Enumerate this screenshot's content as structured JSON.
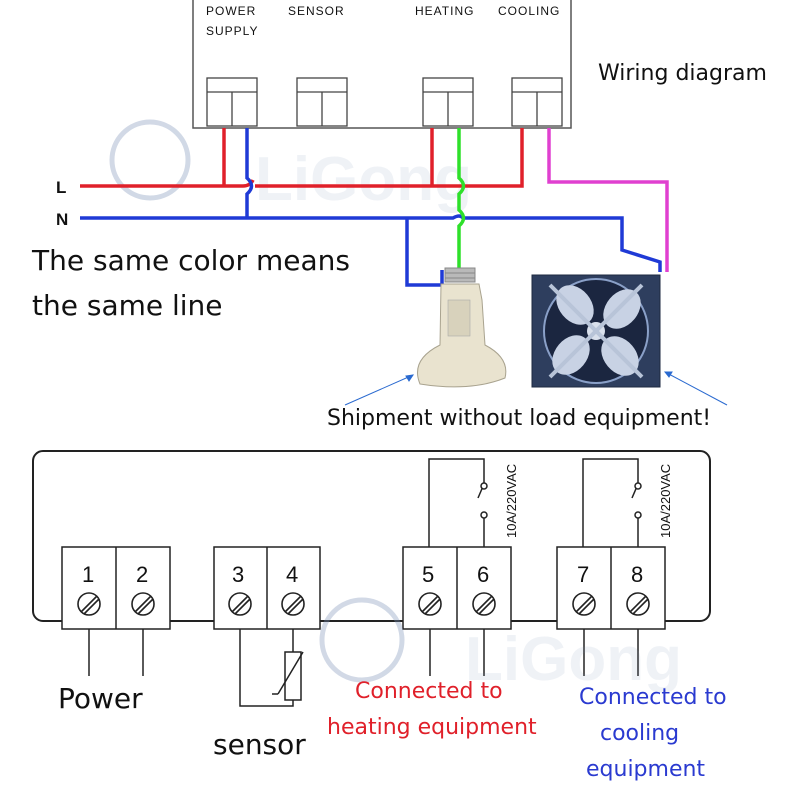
{
  "top": {
    "terminal_labels": {
      "power_supply_1": "POWER",
      "power_supply_2": "SUPPLY",
      "sensor": "SENSOR",
      "heating": "HEATING",
      "cooling": "COOLING"
    },
    "title": "Wiring diagram",
    "line_l": "L",
    "line_n": "N",
    "note_line1": "The same color means",
    "note_line2": "the same line",
    "shipment_note": "Shipment without load equipment!"
  },
  "bottom": {
    "terminals": [
      "1",
      "2",
      "3",
      "4",
      "5",
      "6",
      "7",
      "8"
    ],
    "rating_heating": "10A/220VAC",
    "rating_cooling": "10A/220VAC",
    "power_label": "Power",
    "sensor_label": "sensor",
    "heating_label_1": "Connected to",
    "heating_label_2": "heating equipment",
    "cooling_label_1": "Connected to",
    "cooling_label_2": "cooling",
    "cooling_label_3": "equipment"
  },
  "watermark": "LiGong",
  "colors": {
    "live_wire": "#e0202a",
    "neutral_wire": "#1f3ad6",
    "heating_wire": "#2ee02a",
    "cooling_wire": "#e040d0"
  },
  "icons": [
    "light-bulb-heater-icon",
    "exhaust-fan-icon",
    "relay-switch-icon",
    "screw-terminal-icon",
    "thermistor-icon"
  ]
}
